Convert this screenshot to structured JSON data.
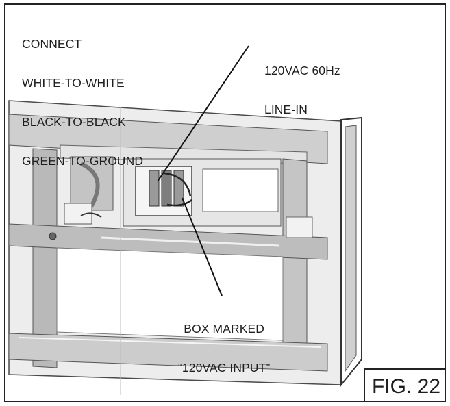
{
  "connect_note": {
    "line1": "CONNECT",
    "line2": "WHITE-TO-WHITE",
    "line3": "BLACK-TO-BLACK",
    "line4": "GREEN-TO-GROUND"
  },
  "line_in_note": {
    "line1": "120VAC 60Hz",
    "line2": "LINE-IN"
  },
  "box_note": {
    "line1": "BOX MARKED",
    "line2": "“120VAC INPUT”"
  },
  "figure_label": "FIG. 22",
  "colors": {
    "frame_light": "#dadada",
    "frame_mid": "#bdbdbd",
    "frame_dark": "#9a9a9a",
    "outline": "#4a4a4a",
    "text": "#1e1e1e"
  }
}
